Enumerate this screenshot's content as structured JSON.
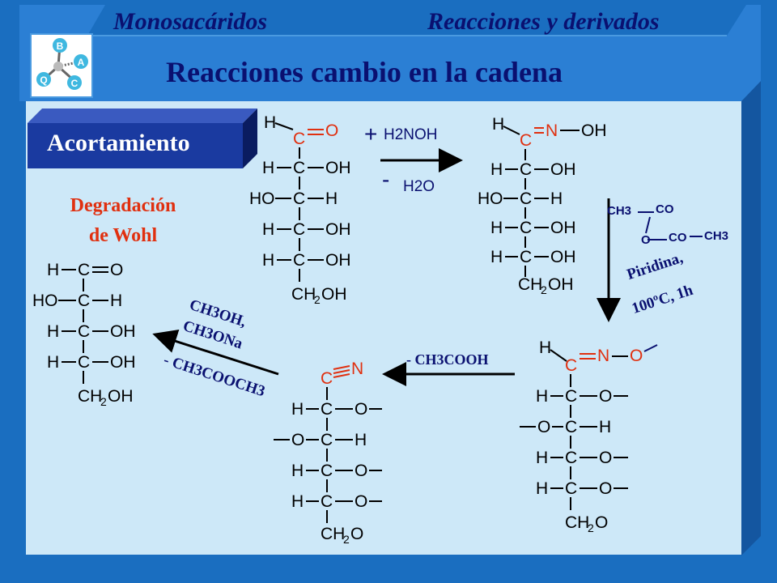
{
  "header": {
    "left": "Monosacáridos",
    "right": "Reacciones y derivados"
  },
  "title": "Reacciones cambio en la cadena",
  "badge": "Acortamiento",
  "method": {
    "line1": "Degradación",
    "line2": "de Wohl"
  },
  "reagents": {
    "plus": "+",
    "hydroxylamine": "H2NOH",
    "minus": "-",
    "water": "H2O",
    "anhydride_top_left": "CH3",
    "anhydride_top_right": "CO",
    "anhydride_bridge": "O",
    "anhydride_bottom_co": "CO",
    "anhydride_bottom_ch3": "CH3",
    "acetylation_line1": "Piridina,",
    "acetylation_line2": "100ºC, 1h",
    "elimination": "- CH3COOH",
    "deacetylation_line1": "CH3OH,",
    "deacetylation_line2": "CH3ONa",
    "deacetylation_line3": "- CH3COOCH3"
  },
  "colors": {
    "background": "#1a6ec0",
    "panel": "#cde8f8",
    "header_bar": "#2b7fd4",
    "title_text": "#0a1070",
    "highlight": "#e03010",
    "badge_face": "#1a3aa0",
    "badge_side": "#0a1c60"
  },
  "icons": {
    "logo": "abcq-molecule-logo"
  }
}
